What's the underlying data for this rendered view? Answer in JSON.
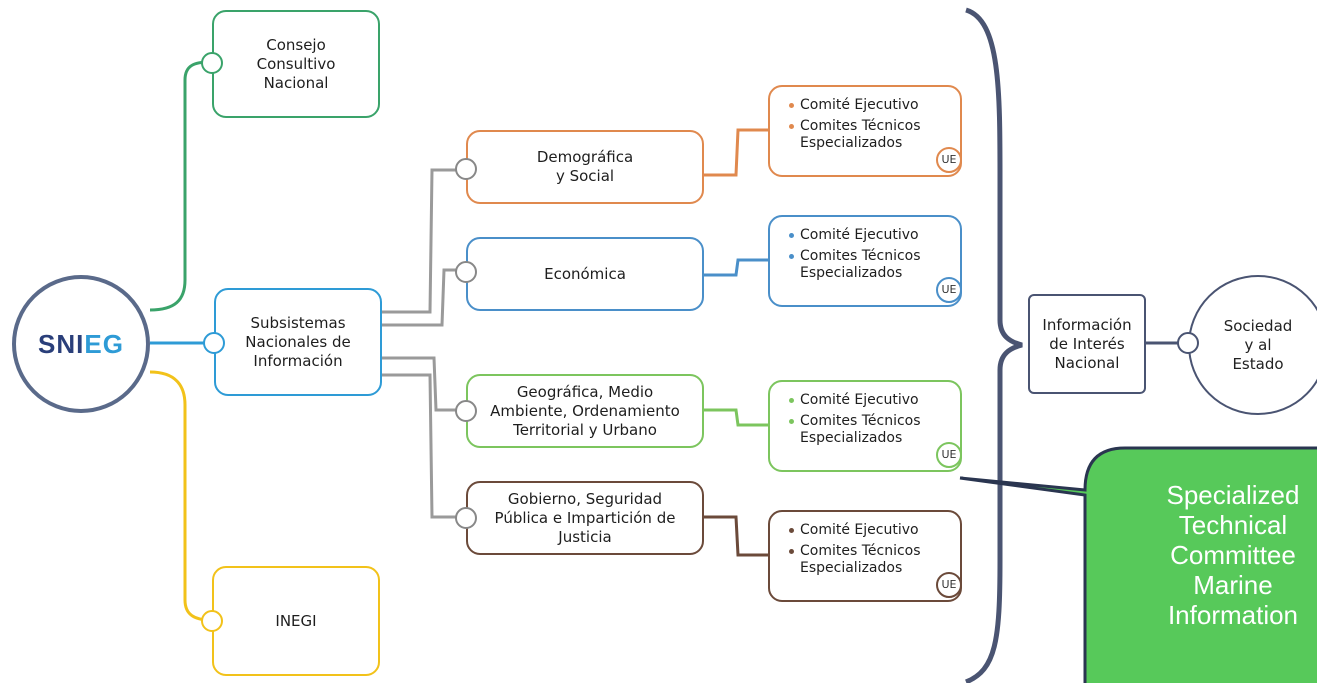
{
  "root": {
    "logo": "SNIEG"
  },
  "branches": {
    "consejo": {
      "label": "Consejo\nConsultivo\nNacional",
      "color": "#3aa36a"
    },
    "subsistemas": {
      "label": "Subsistemas\nNacionales de\nInformación",
      "color": "#2e9bd6"
    },
    "inegi": {
      "label": "INEGI",
      "color": "#f2c21a"
    }
  },
  "subsystems": [
    {
      "label": "Demográfica\ny Social",
      "color": "#e0894e"
    },
    {
      "label": "Económica",
      "color": "#4a8fc9"
    },
    {
      "label": "Geográfica, Medio\nAmbiente, Ordenamiento\nTerritorial y Urbano",
      "color": "#7cc55e"
    },
    {
      "label": "Gobierno, Seguridad\nPública e Impartición de\nJusticia",
      "color": "#6b4a3a"
    }
  ],
  "committees": {
    "item1": "Comité Ejecutivo",
    "item2": "Comites Técnicos\nEspecializados",
    "badge": "UE"
  },
  "info": {
    "label": "Información\nde Interés\nNacional"
  },
  "society": {
    "label": "Sociedad\ny al\nEstado"
  },
  "callout": {
    "text": "Specialized\nTechnical\nCommittee\nMarine\nInformation",
    "color": "#57c95a"
  },
  "colors": {
    "connector": "#9a9a9a",
    "bracket": "#4a5472"
  }
}
